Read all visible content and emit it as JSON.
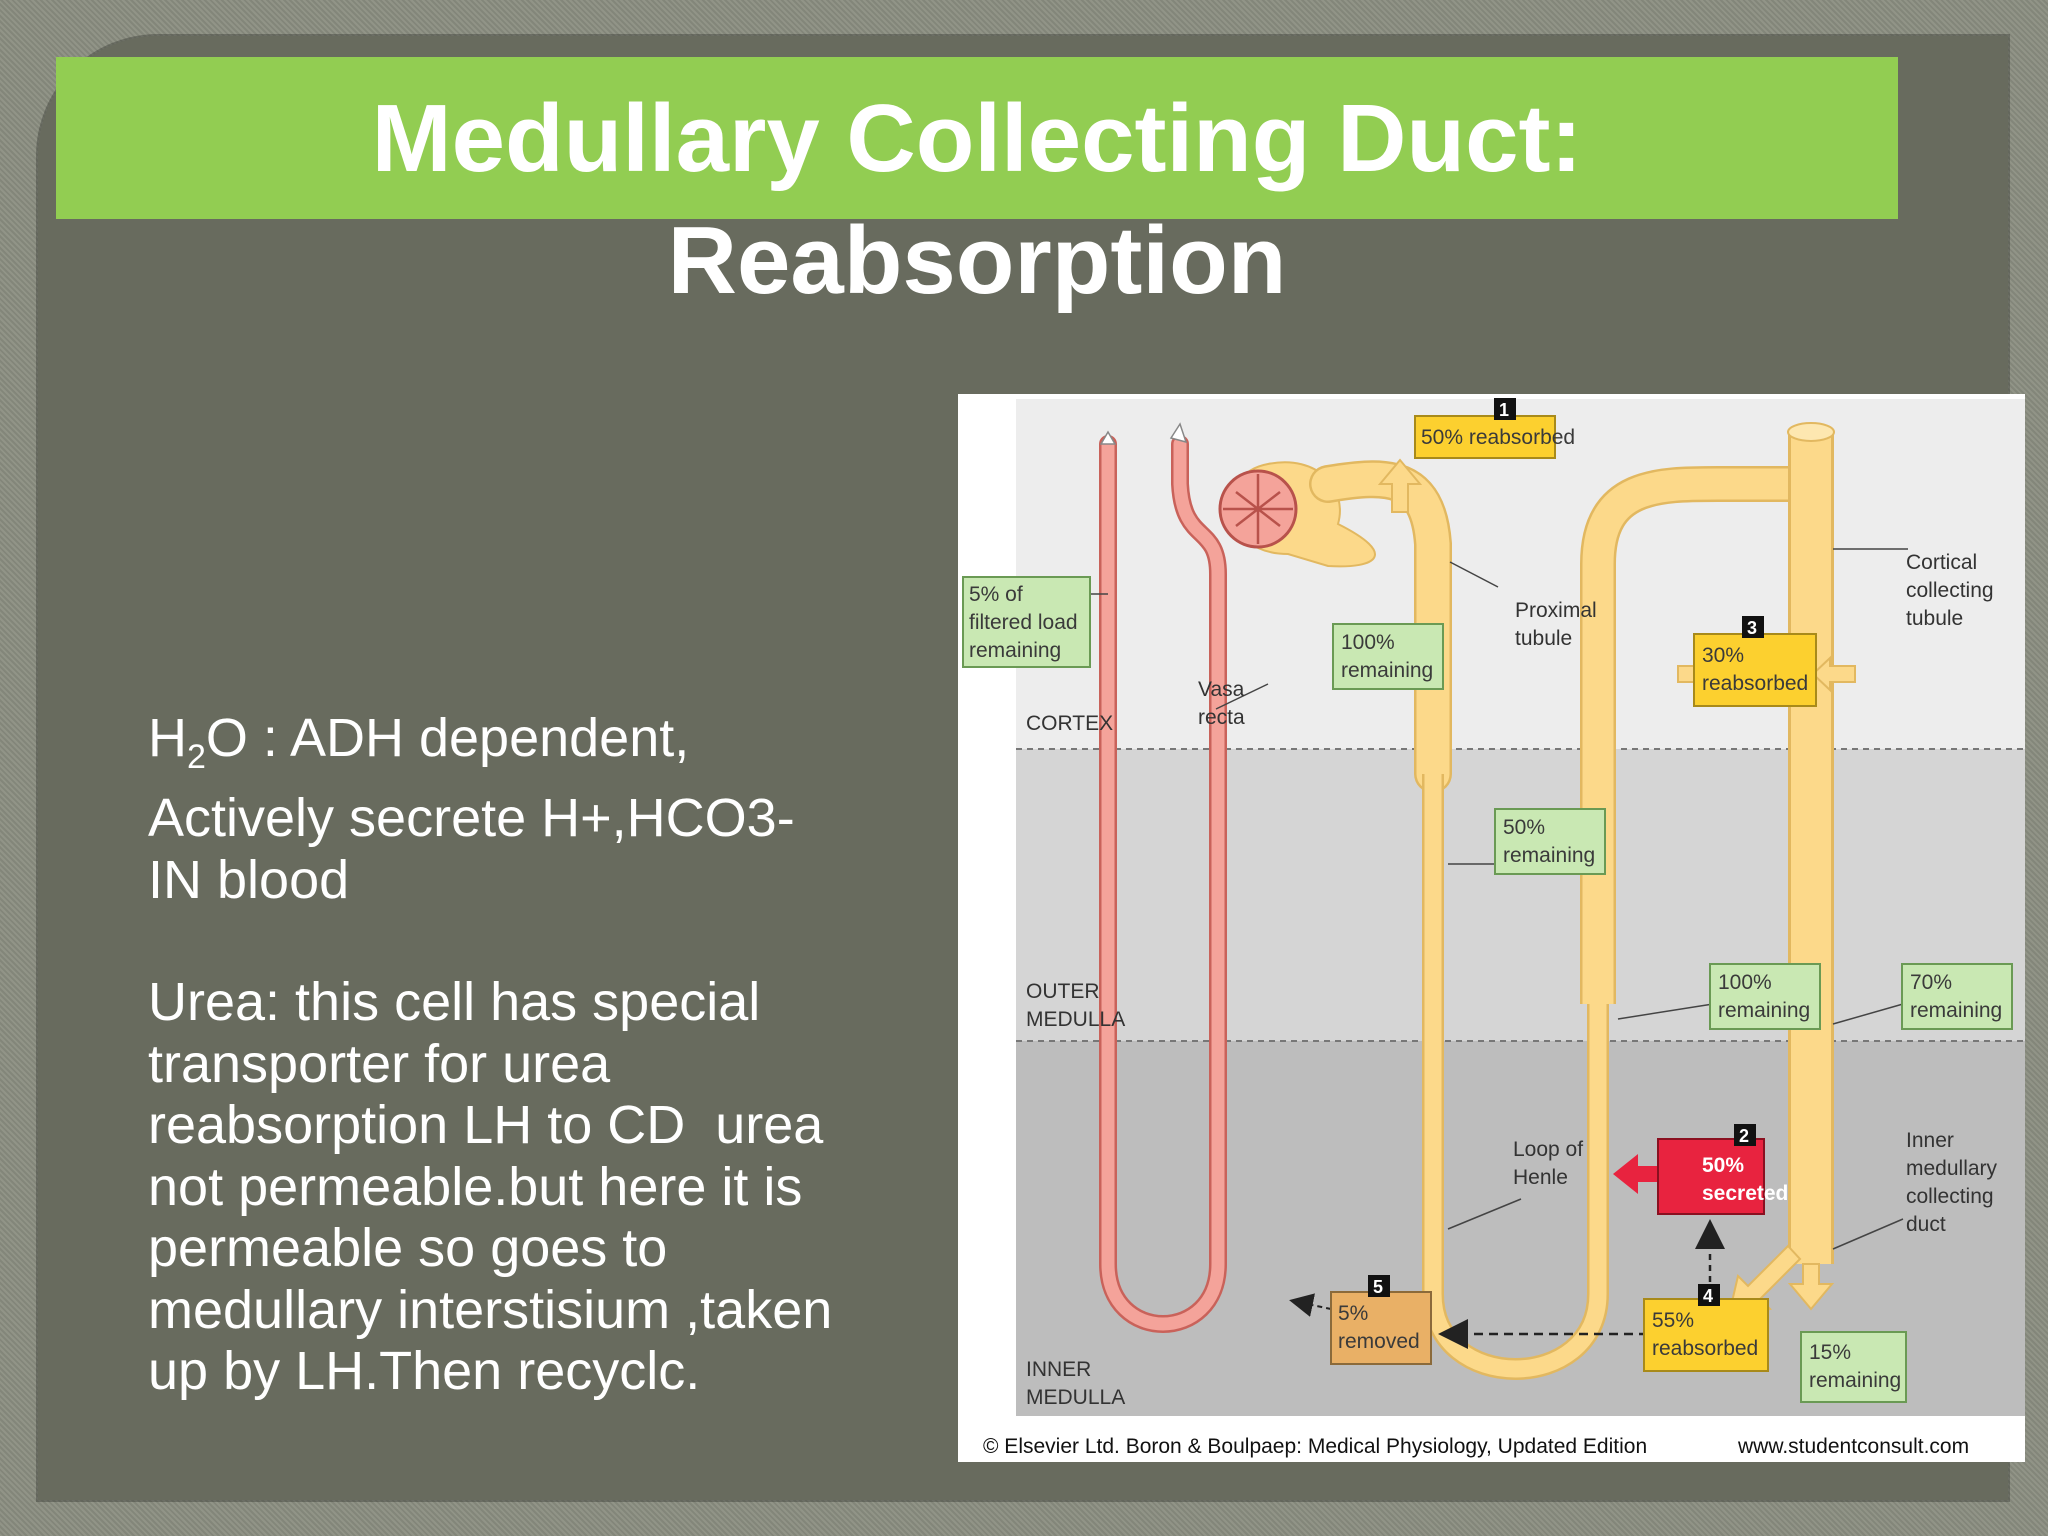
{
  "title": {
    "line1": "Medullary Collecting Duct:",
    "line2": "Reabsorption"
  },
  "body": {
    "para1_lines": [
      "O : ADH dependent,",
      "Actively secrete H+,HCO3-",
      "IN blood"
    ],
    "h2o_prefix": "H",
    "h2o_sub": "2",
    "para2_lines": [
      "Urea: this cell has special",
      "transporter for urea",
      "reabsorption LH to CD  urea",
      "not permeable.but here it is",
      "permeable so goes to",
      "medullary interstisium ,taken",
      "up by LH.Then recyclc."
    ]
  },
  "diagram": {
    "zones": {
      "cortex": "CORTEX",
      "outer1": "OUTER",
      "outer2": "MEDULLA",
      "inner1": "INNER",
      "inner2": "MEDULLA"
    },
    "labels": {
      "vasa1": "Vasa",
      "vasa2": "recta",
      "proximal1": "Proximal",
      "proximal2": "tubule",
      "cortical1": "Cortical",
      "cortical2": "collecting",
      "cortical3": "tubule",
      "loop1": "Loop of",
      "loop2": "Henle",
      "imcd1": "Inner",
      "imcd2": "medullary",
      "imcd3": "collecting",
      "imcd4": "duct"
    },
    "boxes": {
      "filtered1": "5% of",
      "filtered2": "filtered load",
      "filtered3": "remaining",
      "rem100a1": "100%",
      "rem100a2": "remaining",
      "reab50": "50% reabsorbed",
      "rem50a": "50%",
      "rem50b": "remaining",
      "reab30a": "30%",
      "reab30b": "reabsorbed",
      "rem100b1": "100%",
      "rem100b2": "remaining",
      "rem70a": "70%",
      "rem70b": "remaining",
      "sec50a": "50%",
      "sec50b": "secreted",
      "reab55a": "55%",
      "reab55b": "reabsorbed",
      "rem15a": "15%",
      "rem15b": "remaining",
      "removed5a": "5%",
      "removed5b": "removed"
    },
    "step_numbers": [
      "1",
      "2",
      "3",
      "4",
      "5"
    ],
    "credit": "© Elsevier Ltd. Boron & Boulpaep: Medical Physiology, Updated Edition",
    "credit_url": "www.studentconsult.com"
  },
  "colors": {
    "title_bar": "#92cd52",
    "slide_bg": "#686b5e",
    "tubule": "#fcd98a",
    "vessel": "#f4a39a",
    "green_box": "#c9e8b3",
    "yellow_box": "#fcd02f",
    "red_box": "#e8233f",
    "orange_box": "#e9b066"
  }
}
